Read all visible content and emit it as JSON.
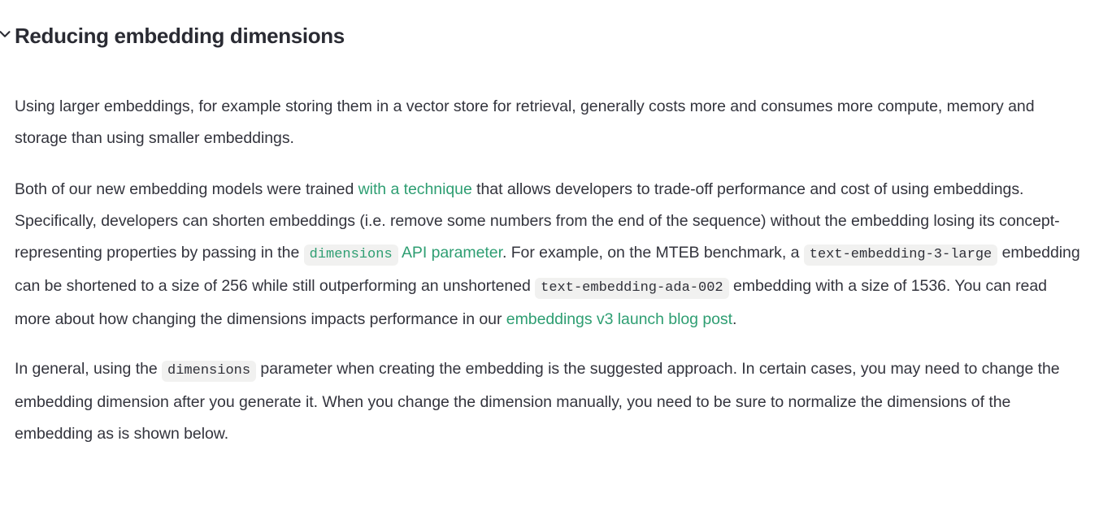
{
  "colors": {
    "background": "#ffffff",
    "heading_text": "#2a2b33",
    "body_text": "#33343d",
    "link": "#2e9e72",
    "code_chip_background": "#f1f1f0",
    "code_chip_text": "#2f3038"
  },
  "heading": {
    "icon": "chevron-down-icon",
    "title": "Reducing embedding dimensions"
  },
  "paragraphs": {
    "p1": {
      "text": "Using larger embeddings, for example storing them in a vector store for retrieval, generally costs more and consumes more compute, memory and storage than using smaller embeddings."
    },
    "p2": {
      "seg_1": "Both of our new embedding models were trained ",
      "link_1": "with a technique",
      "seg_2": " that allows developers to trade-off performance and cost of using embeddings. Specifically, developers can shorten embeddings (i.e. remove some numbers from the end of the sequence) without the embedding losing its concept-representing properties by passing in the ",
      "code_1": "dimensions",
      "link_2": " API parameter",
      "seg_3": ". For example, on the MTEB benchmark, a ",
      "code_2": "text-embedding-3-large",
      "seg_4": " embedding can be shortened to a size of 256 while still outperforming an unshortened ",
      "code_3": "text-embedding-ada-002",
      "seg_5": " embedding with a size of 1536. You can read more about how changing the dimensions impacts performance in our ",
      "link_3": "embeddings v3 launch blog post",
      "seg_6": "."
    },
    "p3": {
      "seg_1": "In general, using the ",
      "code_1": "dimensions",
      "seg_2": " parameter when creating the embedding is the suggested approach. In certain cases, you may need to change the embedding dimension after you generate it. When you change the dimension manually, you need to be sure to normalize the dimensions of the embedding as is shown below."
    }
  }
}
